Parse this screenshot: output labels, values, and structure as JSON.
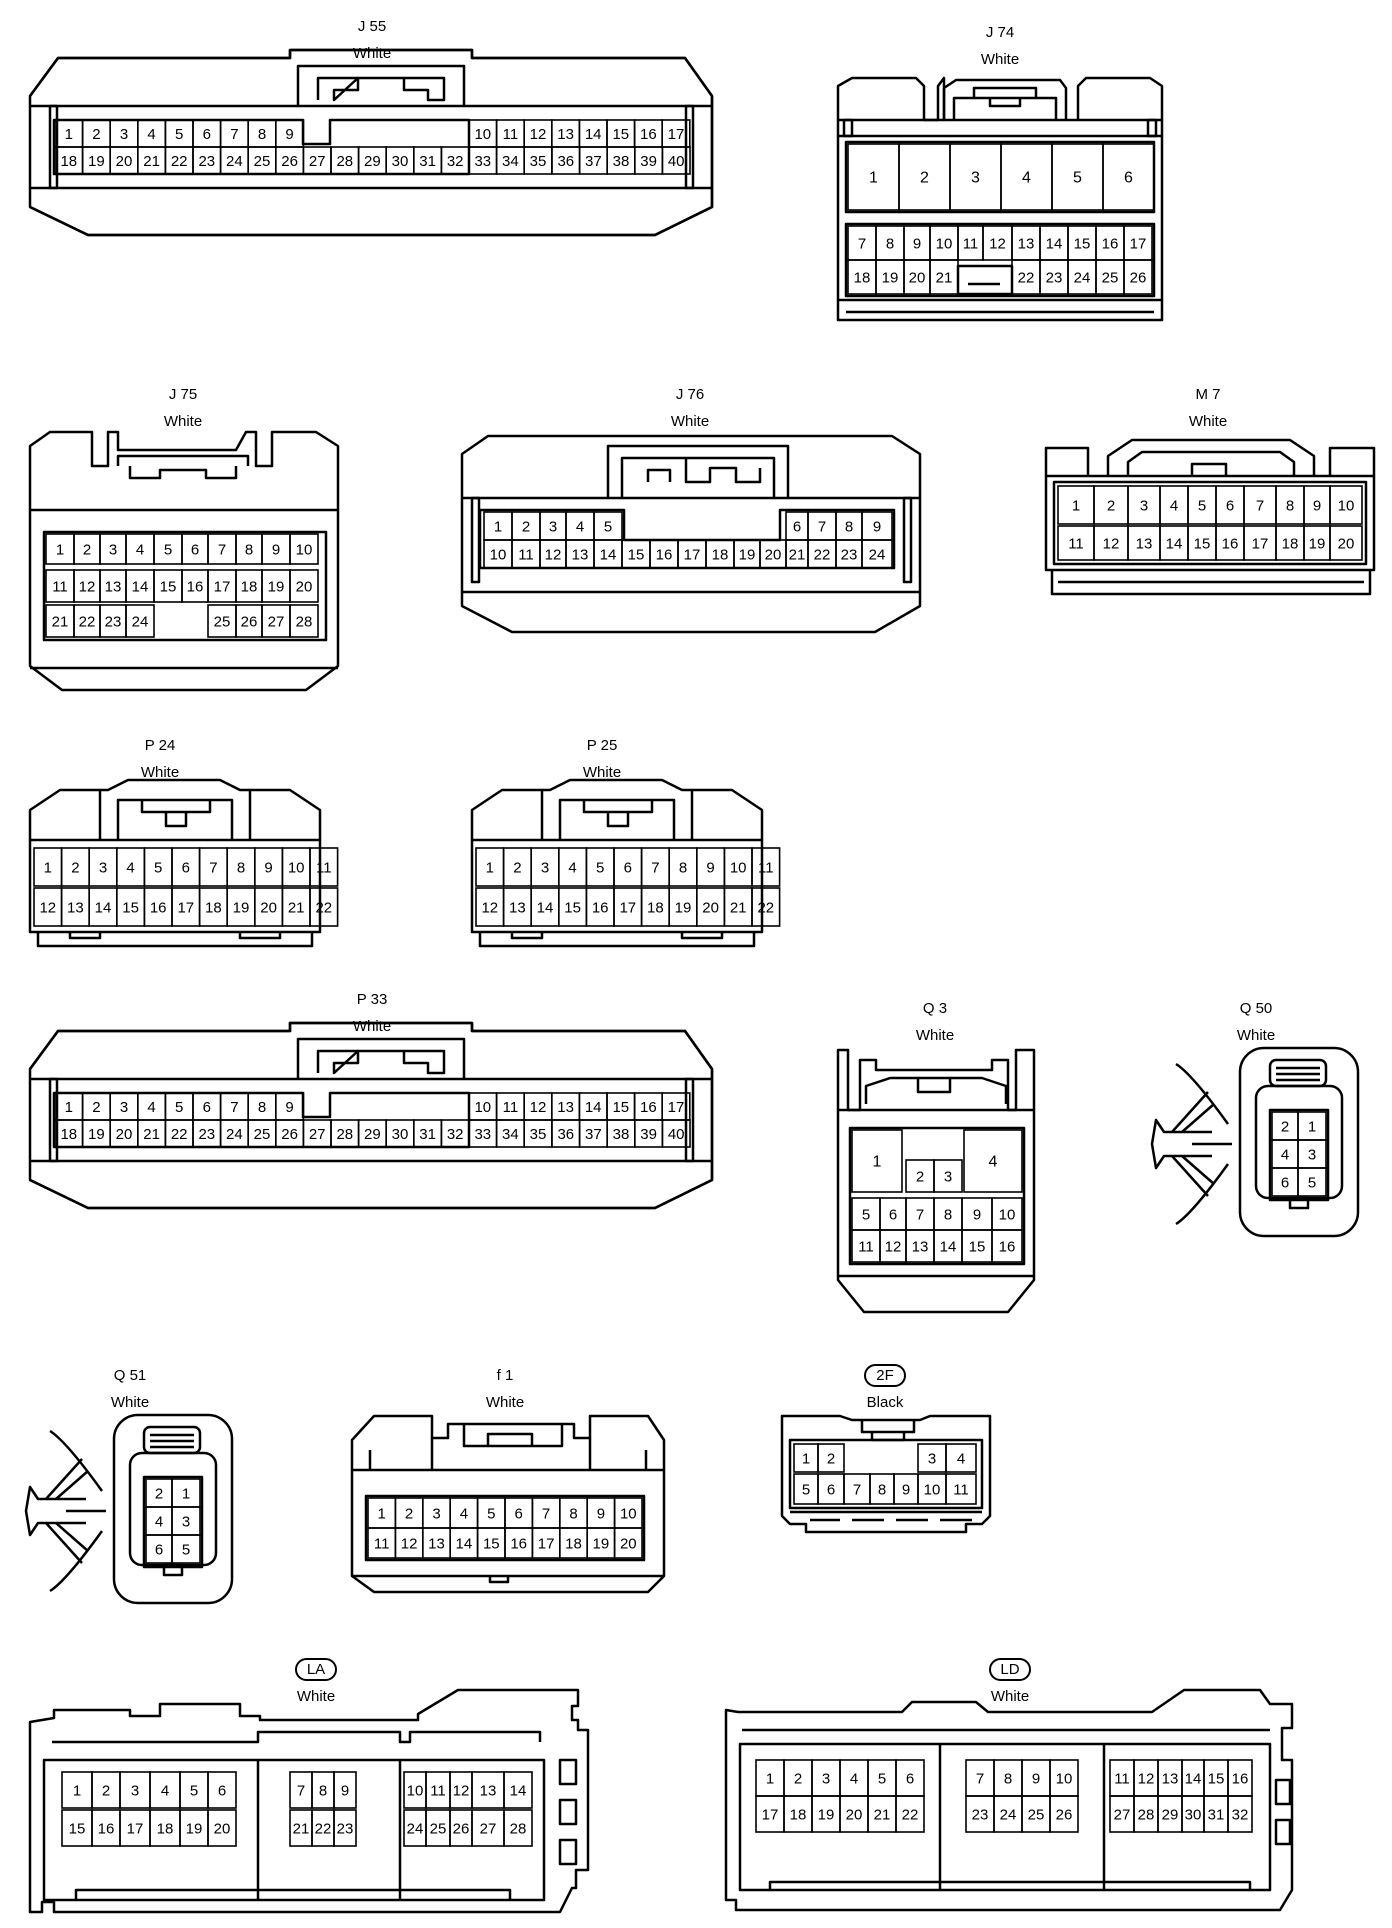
{
  "connectors": [
    {
      "code": "J 55",
      "color": "White"
    },
    {
      "code": "J 74",
      "color": "White"
    },
    {
      "code": "J 75",
      "color": "White"
    },
    {
      "code": "J 76",
      "color": "White"
    },
    {
      "code": "M 7",
      "color": "White"
    },
    {
      "code": "P 24",
      "color": "White"
    },
    {
      "code": "P 25",
      "color": "White"
    },
    {
      "code": "P 33",
      "color": "White"
    },
    {
      "code": "Q 3",
      "color": "White"
    },
    {
      "code": "Q 50",
      "color": "White"
    },
    {
      "code": "Q 51",
      "color": "White"
    },
    {
      "code": "f 1",
      "color": "White"
    },
    {
      "code": "2F",
      "color": "Black",
      "circled": true
    },
    {
      "code": "LA",
      "color": "White",
      "circled": true
    },
    {
      "code": "LD",
      "color": "White",
      "circled": true
    }
  ]
}
